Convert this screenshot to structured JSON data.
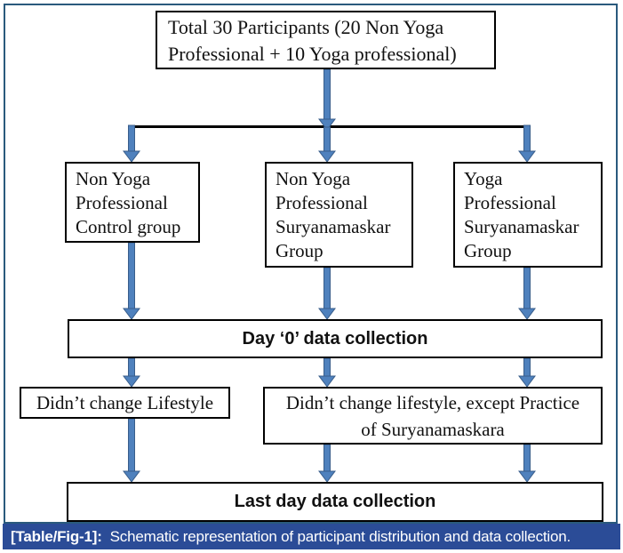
{
  "diagram": {
    "nodes": {
      "total": {
        "text": "Total 30 Participants (20 Non Yoga\nProfessional + 10 Yoga professional)"
      },
      "group_control": {
        "text": "Non Yoga\nProfessional\nControl group"
      },
      "group_nonyoga_suryanamaskar": {
        "text": "Non Yoga\nProfessional\nSuryanamaskar\nGroup"
      },
      "group_yoga_suryanamaskar": {
        "text": "Yoga\nProfessional\nSuryanamaskar\nGroup"
      },
      "day0": {
        "text": "Day ‘0’ data collection"
      },
      "no_change_control": {
        "text": "Didn’t change Lifestyle"
      },
      "no_change_suryanamaskar": {
        "text": "Didn’t change lifestyle, except Practice\nof Suryanamaskara"
      },
      "last_day": {
        "text": "Last day data collection"
      }
    }
  },
  "caption": {
    "label": "[Table/Fig-1]:",
    "text": "Schematic representation of participant distribution and data collection."
  },
  "colors": {
    "arrow_fill": "#4f81bd",
    "arrow_stroke": "#385d8a",
    "connector": "#000000",
    "box_border": "#000000",
    "frame_border": "#2a5a7d",
    "caption_bg": "#2b4c97",
    "caption_text": "#ffffff"
  }
}
